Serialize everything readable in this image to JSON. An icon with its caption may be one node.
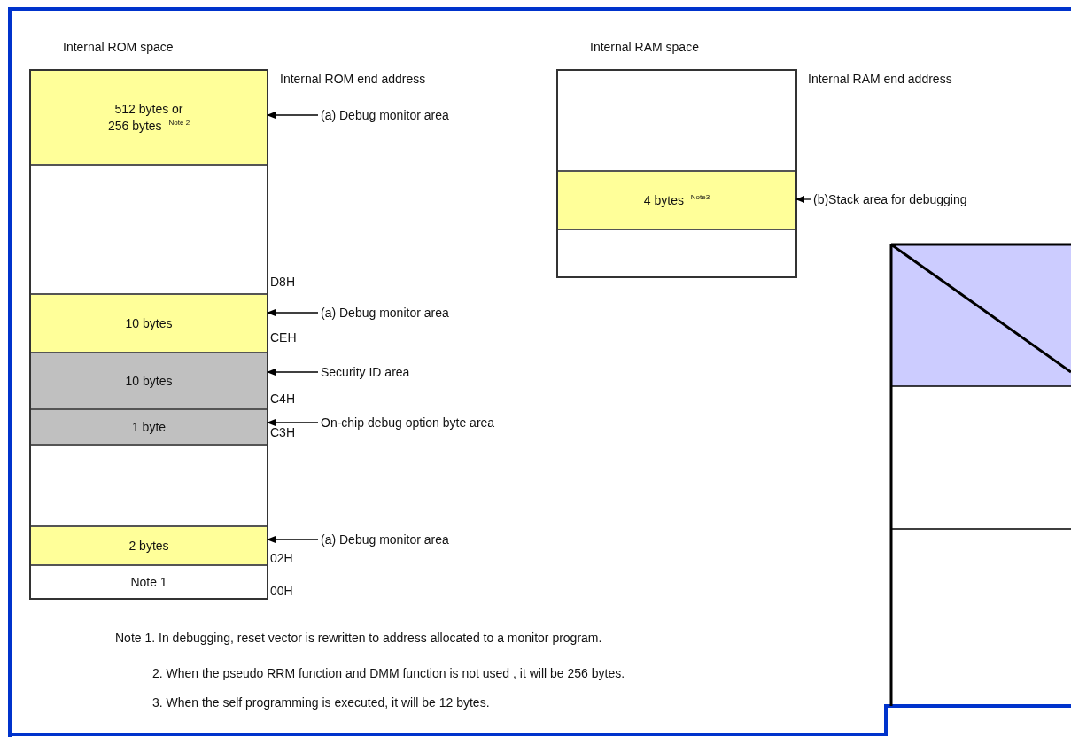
{
  "diagram": {
    "nodes": [
      {
        "text": [
          "Internal ROM space"
        ]
      },
      {
        "text": [
          "512 bytes or 256 bytes $^{Note 2}$"
        ],
        "in": 0
      },
      {
        "text": [],
        "shape": "box",
        "in": 0
      },
      {
        "text": [
          "10 bytes"
        ],
        "in": 0
      },
      {
        "text": [
          "10 bytes"
        ],
        "in": 0
      },
      {
        "text": [
          "1 byte"
        ],
        "in": 0
      },
      {
        "text": [],
        "shape": "box",
        "in": 0
      },
      {
        "text": [
          "2 bytes"
        ],
        "in": 0
      },
      {
        "text": [
          "Note 1"
        ],
        "in": 0
      },
      {
        "text": [
          "Internal RAM space"
        ]
      },
      {
        "text": [],
        "shape": "box",
        "in": 9
      },
      {
        "text": [
          "4 bytes $^{Note3}$"
        ],
        "in": 9
      },
      {
        "text": [],
        "shape": "box",
        "in": 9
      },
      {
        "text": [
          "(a) Debug monitor area"
        ]
      },
      {
        "text": [
          "(b)Stack area for debugging"
        ]
      },
      {
        "text": [
          "(a) Debug monitor area"
        ]
      },
      {
        "text": [
          "Security ID area"
        ]
      },
      {
        "text": [
          "On-chip debug option byte area"
        ]
      },
      {
        "text": [
          "(a) Debug monitor area"
        ]
      }
    ],
    "edges": [
      {
        "from": 13,
        "to": 1,
        "arrow": "to"
      },
      {
        "from": 14,
        "to": 11,
        "arrow": "to"
      },
      {
        "from": 15,
        "to": 3,
        "arrow": "to"
      },
      {
        "from": 16,
        "to": 4,
        "arrow": "to"
      },
      {
        "from": 17,
        "to": 5,
        "arrow": "to"
      },
      {
        "from": 18,
        "to": 7,
        "arrow": "to"
      }
    ],
    "labels": [
      "Internal ROM end address",
      "Internal RAM end address",
      "D8H",
      "CEH",
      "C4H",
      "C3H",
      "02H",
      "00H",
      "Note 1. In debugging, reset vector is rewritten to address allocated to a monitor program.",
      "2. When the pseudo RRM function and DMM function is not used , it will be 256 bytes.",
      "3. When the self programming is executed, it will be 12 bytes."
    ]
  }
}
